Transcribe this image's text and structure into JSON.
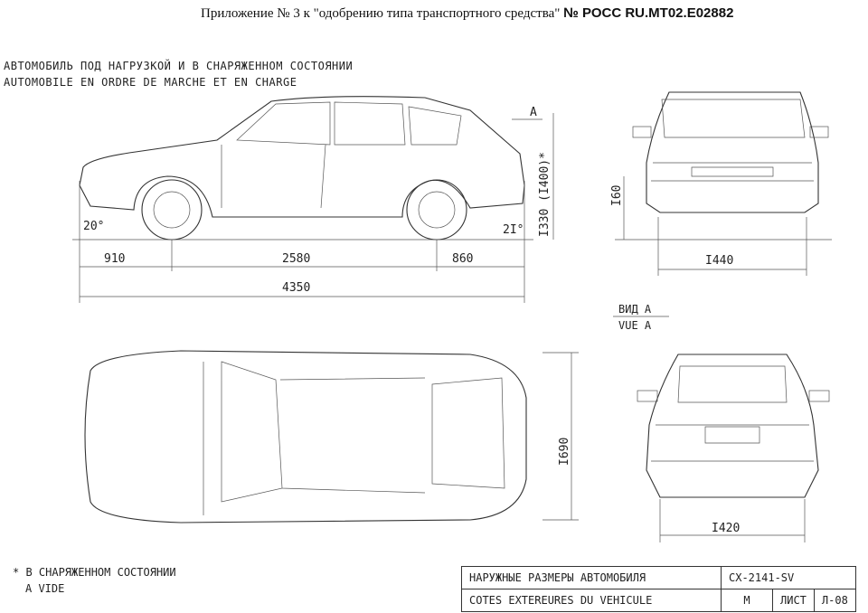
{
  "header": {
    "title_prefix": "Приложение № 3 к \"одобрению типа транспортного средства\"",
    "title_cert": "№ РОСС RU.МТ02.Е02882"
  },
  "section": {
    "title_ru": "АВТОМОБИЛЬ ПОД НАГРУЗКОЙ И В СНАРЯЖЕННОМ СОСТОЯНИИ",
    "title_fr": "AUTOMOBILE EN ORDRE DE MARCHE ET EN CHARGE"
  },
  "dimensions": {
    "front_overhang": "910",
    "wheelbase": "2580",
    "rear_overhang": "860",
    "length": "4350",
    "height": "I330 (I400)*",
    "approach_angle": "20°",
    "departure_angle": "2I°",
    "width": "I690",
    "front_track": "I440",
    "rear_track": "I420",
    "ground_height": "I60",
    "view_marker": "A"
  },
  "view": {
    "label_ru": "ВИД А",
    "label_fr": "VUE A"
  },
  "footnote": {
    "line1": "* В СНАРЯЖЕННОМ СОСТОЯНИИ",
    "line2": "A VIDE"
  },
  "titleblock": {
    "name_ru": "НАРУЖНЫЕ РАЗМЕРЫ АВТОМОБИЛЯ",
    "code": "CX-2141-SV",
    "name_fr": "COTES EXTEREURES DU VEHICULE",
    "scale": "M",
    "sheet_label": "ЛИСТ",
    "sheet": "Л-08"
  }
}
